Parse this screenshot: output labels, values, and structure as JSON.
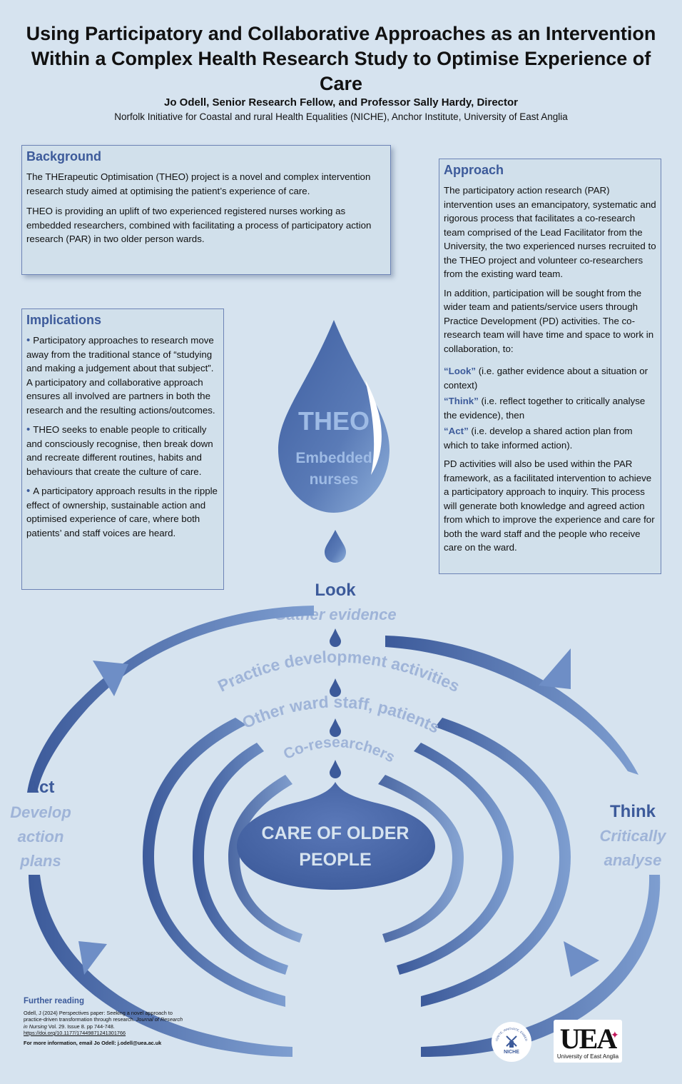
{
  "title": "Using Participatory and Collaborative Approaches as an Intervention Within a Complex Health Research Study to Optimise Experience of Care",
  "authors": "Jo Odell, Senior Research Fellow, and Professor Sally Hardy, Director",
  "affiliation": "Norfolk Initiative for Coastal and rural Health Equalities (NICHE), Anchor Institute, University of East Anglia",
  "background": {
    "heading": "Background",
    "p1": "The THErapeutic Optimisation (THEO) project is a novel and complex intervention research study aimed at optimising the patient’s experience of care.",
    "p2": "THEO is providing an uplift of two experienced registered nurses working as embedded researchers, combined with facilitating a process of participatory action research (PAR) in two older person wards."
  },
  "approach": {
    "heading": "Approach",
    "p1": "The participatory action research (PAR) intervention uses an emancipatory, systematic and rigorous process that facilitates a co-research team comprised of the Lead Facilitator from the University, the two experienced nurses recruited to the THEO project and volunteer co-researchers from the existing ward team.",
    "p2": "In addition, participation will be sought from the wider team and patients/service users through Practice Development (PD) activities. The co-research team will have time and space to work in collaboration, to:",
    "look_kw": "“Look”",
    "look_text": " (i.e. gather evidence about a situation or context)",
    "think_kw": "“Think”",
    "think_text": " (i.e. reflect together to critically analyse the evidence), then",
    "act_kw": "“Act”",
    "act_text": " (i.e. develop a shared action plan from which to take informed action).",
    "p3": "PD activities will also be used within the PAR framework, as a facilitated intervention to achieve a participatory approach to inquiry. This process will generate both knowledge and agreed action from which to improve the experience and care for both the ward staff and the people who receive care on the ward."
  },
  "implications": {
    "heading": "Implications",
    "items": [
      "Participatory approaches to research move away from the traditional stance of “studying and making a judgement about that subject”. A participatory and collaborative approach ensures all involved are partners in both the research and the resulting actions/outcomes.",
      "THEO seeks to enable people to critically and consciously recognise, then break down and recreate different routines, habits and behaviours that create the culture of care.",
      "A participatory approach results in the ripple effect of ownership, sustainable action and optimised experience of care, where both patients’ and staff voices are heard."
    ]
  },
  "diagram": {
    "theo": "THEO",
    "embedded1": "Embedded",
    "embedded2": "nurses",
    "look": "Look",
    "look_sub": "Gather evidence",
    "think": "Think",
    "think_sub1": "Critically",
    "think_sub2": "analyse",
    "act": "Act",
    "act_sub1": "Develop",
    "act_sub2": "action",
    "act_sub3": "plans",
    "ring1": "Practice development activities",
    "ring2": "Other ward staff, patients",
    "ring3": "Co-researchers",
    "center1": "CARE OF OLDER",
    "center2": "PEOPLE"
  },
  "further": {
    "heading": "Further reading",
    "ref_pre": "Odell, J (2024) Perspectives paper: Seeking a novel approach to practice-driven transformation through research. ",
    "ref_journal": "Journal of Research in Nursing",
    "ref_post": " Vol. 29. Issue 8. pp 744-748.",
    "doi": "https://doi.org/10.1177/17449871241301766",
    "email": "For more information, email Jo Odell: j.odell@uea.ac.uk"
  },
  "logos": {
    "niche_ring": "IGNITE, INNOVATE, EMBED",
    "niche": "NICHE",
    "uea": "UEA",
    "uea_name": "University of East Anglia"
  },
  "colors": {
    "accent": "#3c5a9a",
    "light_accent": "#9fb4d8",
    "background": "#d6e3ef"
  }
}
